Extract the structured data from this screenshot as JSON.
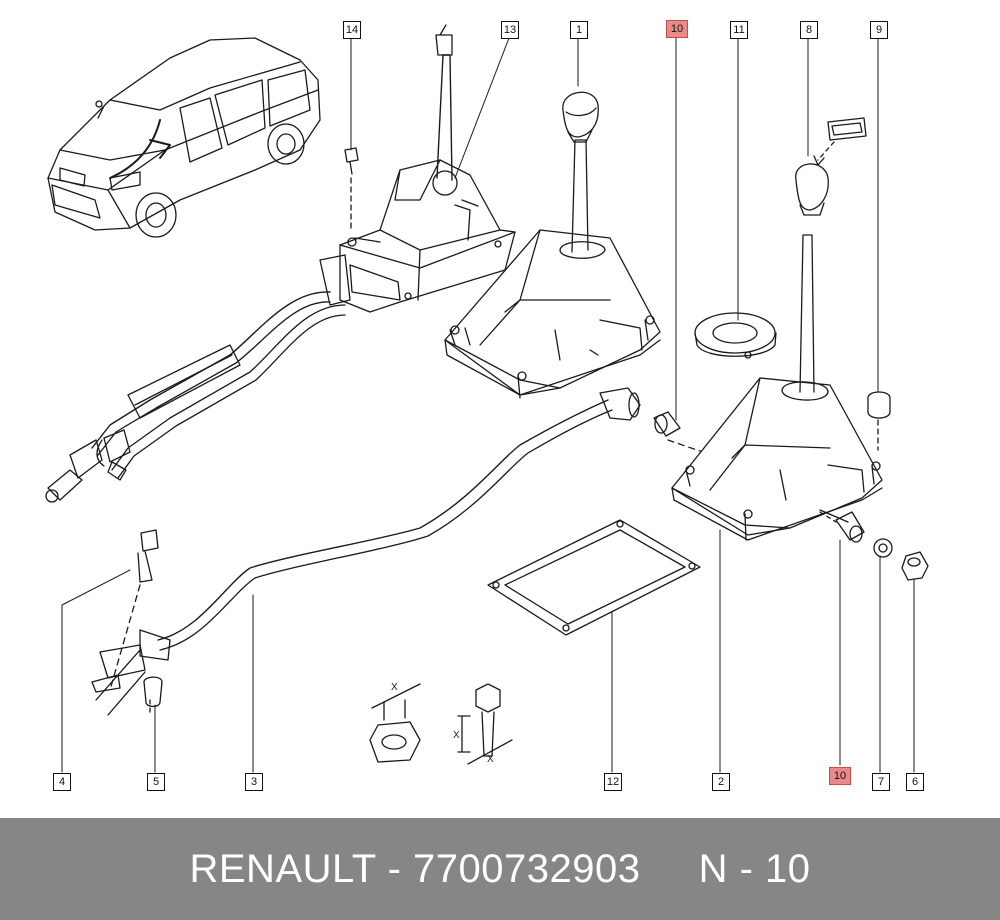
{
  "footer": {
    "brand": "RENAULT",
    "part_number": "7700732903",
    "position": "N - 10",
    "text": "RENAULT - 7700732903     N - 10"
  },
  "colors": {
    "highlight": "#e88a8a",
    "footer_bg": "#868686",
    "footer_text": "#ffffff",
    "line": "#1a1a1a"
  },
  "callouts": [
    {
      "id": "c14",
      "label": "14",
      "highlight": false
    },
    {
      "id": "c13",
      "label": "13",
      "highlight": false
    },
    {
      "id": "c1",
      "label": "1",
      "highlight": false
    },
    {
      "id": "c10top",
      "label": "10",
      "highlight": true
    },
    {
      "id": "c11",
      "label": "11",
      "highlight": false
    },
    {
      "id": "c8",
      "label": "8",
      "highlight": false
    },
    {
      "id": "c9",
      "label": "9",
      "highlight": false
    },
    {
      "id": "c4",
      "label": "4",
      "highlight": false
    },
    {
      "id": "c5",
      "label": "5",
      "highlight": false
    },
    {
      "id": "c3",
      "label": "3",
      "highlight": false
    },
    {
      "id": "c12",
      "label": "12",
      "highlight": false
    },
    {
      "id": "c2",
      "label": "2",
      "highlight": false
    },
    {
      "id": "c10bot",
      "label": "10",
      "highlight": true
    },
    {
      "id": "c7",
      "label": "7",
      "highlight": false
    },
    {
      "id": "c6",
      "label": "6",
      "highlight": false
    }
  ],
  "torque_marks": {
    "x_label": "X"
  }
}
